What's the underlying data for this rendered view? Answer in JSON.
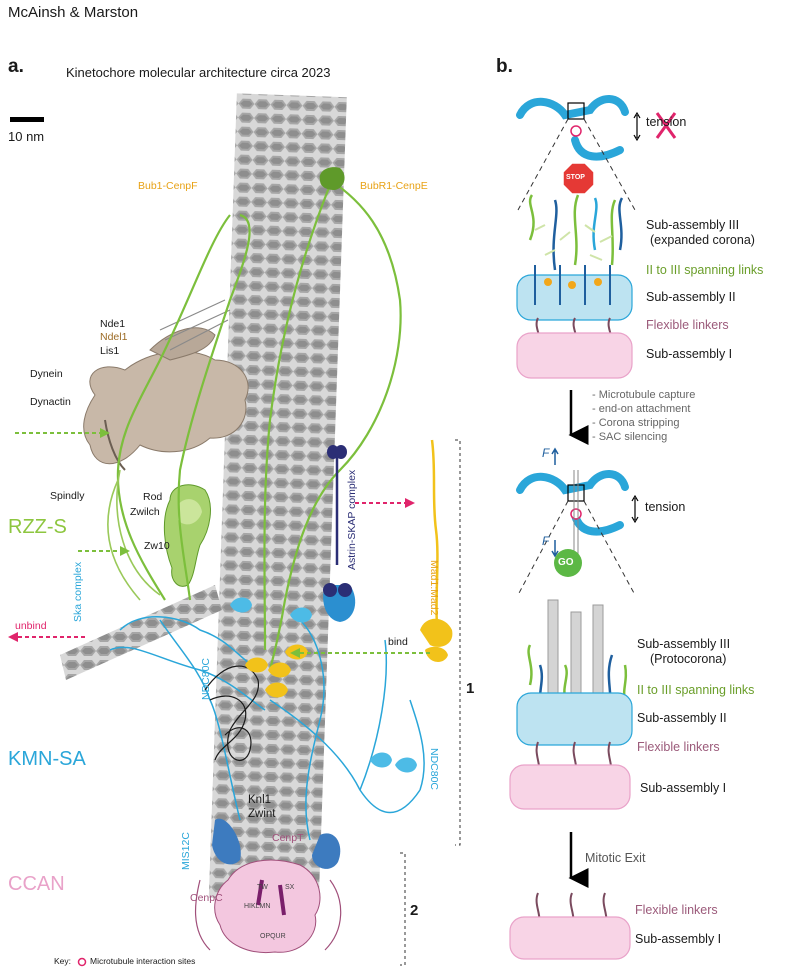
{
  "header": {
    "authors": "McAinsh & Marston",
    "panel_a": "a.",
    "panel_b": "b.",
    "title": "Kinetochore molecular architecture circa 2023",
    "scale_label": "10 nm"
  },
  "panel_a": {
    "bub1": "Bub1-CenpF",
    "bubr1": "BubR1-CenpE",
    "nde1": "Nde1",
    "ndel1": "Ndel1",
    "lis1": "Lis1",
    "dynein": "Dynein",
    "dynactin": "Dynactin",
    "spindly": "Spindly",
    "rod": "Rod",
    "zwilch": "Zwilch",
    "zw10": "Zw10",
    "rzz_s": "RZZ-S",
    "unbind": "unbind",
    "ska": "Ska complex",
    "astrin": "Astrin-SKAP complex",
    "mad": "Mad1:Mad2",
    "bind": "bind",
    "ndc80_left": "NDC80C",
    "ndc80_right": "NDC80C",
    "kmn_sa": "KMN-SA",
    "knl1": "Knl1",
    "zwint": "Zwint",
    "mis12": "MIS12C",
    "cenpt": "CenpT",
    "cenpc": "CenpC",
    "ccan": "CCAN",
    "sub_tw": "TW",
    "sub_sx": "SX",
    "sub_hiklmn": "HIKLMN",
    "sub_opqur": "OPQUR",
    "bracket_1": "1",
    "bracket_2": "2",
    "key_prefix": "Key:",
    "key_label": "Microtubule interaction sites"
  },
  "panel_b": {
    "tension_top": "tension",
    "stop": "STOP",
    "sub3a": "Sub-assembly III",
    "sub3a_sub": "(expanded corona)",
    "spanning_1": "II to III spanning links",
    "sub2_1": "Sub-assembly II",
    "flex_1": "Flexible linkers",
    "sub1_1": "Sub-assembly I",
    "steps": [
      "- Microtubule capture",
      "- end-on attachment",
      "- Corona stripping",
      "- SAC silencing"
    ],
    "force_top": "F",
    "force_bottom": "F",
    "tension_mid": "tension",
    "go": "GO",
    "sub3b": "Sub-assembly III",
    "sub3b_sub": "(Protocorona)",
    "spanning_2": "II to III spanning links",
    "sub2_2": "Sub-assembly II",
    "flex_2": "Flexible linkers",
    "sub1_2": "Sub-assembly I",
    "mitotic_exit": "Mitotic Exit",
    "flex_3": "Flexible linkers",
    "sub1_3": "Sub-assembly I"
  },
  "colors": {
    "microtubule": "#a9a9a9",
    "rzz_green": "#7cbf3c",
    "kmn_blue": "#2aa6d9",
    "ccan_pink": "#e9a2c9",
    "mad_yellow": "#f2c21a",
    "astrin_navy": "#2b2e75",
    "cenp_purple": "#7a1f6b",
    "arrow_magenta": "#e0246b",
    "flexible_mauve": "#9b5a7a",
    "spanning_green": "#6a9e2a",
    "sub2_fill": "#bde3f1",
    "sub1_fill": "#f8d4e6"
  }
}
